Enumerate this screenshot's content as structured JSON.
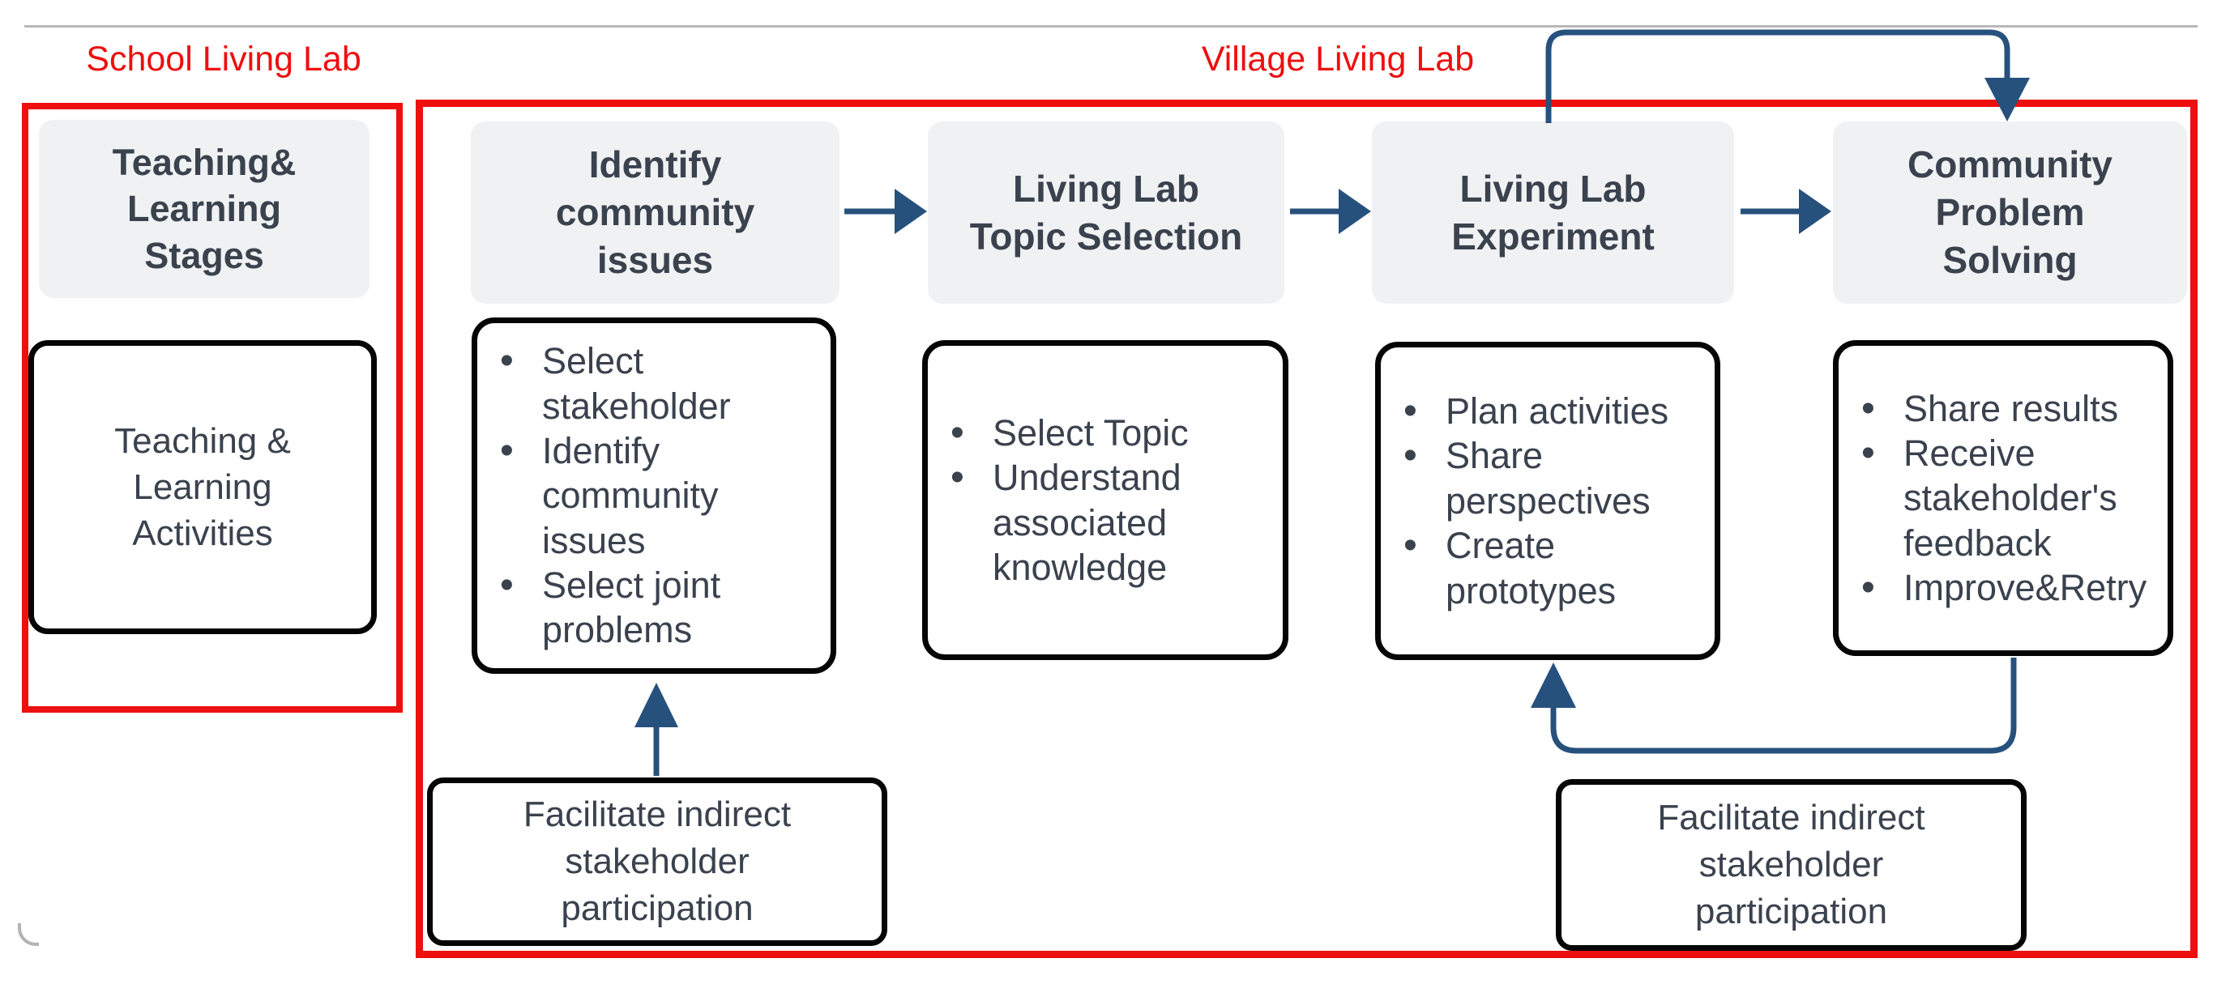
{
  "diagram": {
    "school_label": "School Living Lab",
    "village_label": "Village Living Lab",
    "school": {
      "stage_header": "Teaching&\nLearning\nStages",
      "activity_box": "Teaching &\nLearning\nActivities"
    },
    "stages": [
      {
        "title": "Identify\ncommunity\nissues",
        "bullets": [
          "Select stakeholder",
          "Identify community issues",
          "Select joint problems"
        ]
      },
      {
        "title": "Living Lab\nTopic Selection",
        "bullets": [
          "Select Topic",
          "Understand associated knowledge"
        ]
      },
      {
        "title": "Living Lab\nExperiment",
        "bullets": [
          "Plan activities",
          "Share perspectives",
          "Create prototypes"
        ]
      },
      {
        "title": "Community\nProblem\nSolving",
        "bullets": [
          "Share results",
          "Receive stakeholder's feedback",
          "Improve&Retry"
        ]
      }
    ],
    "facilitate_left": "Facilitate indirect\nstakeholder\nparticipation",
    "facilitate_right": "Facilitate indirect\nstakeholder\nparticipation",
    "colors": {
      "accent_red": "#ee0f0f",
      "arrow_blue": "#27517d",
      "text_slate": "#3a424e",
      "header_gray": "#f0f1f3"
    }
  }
}
